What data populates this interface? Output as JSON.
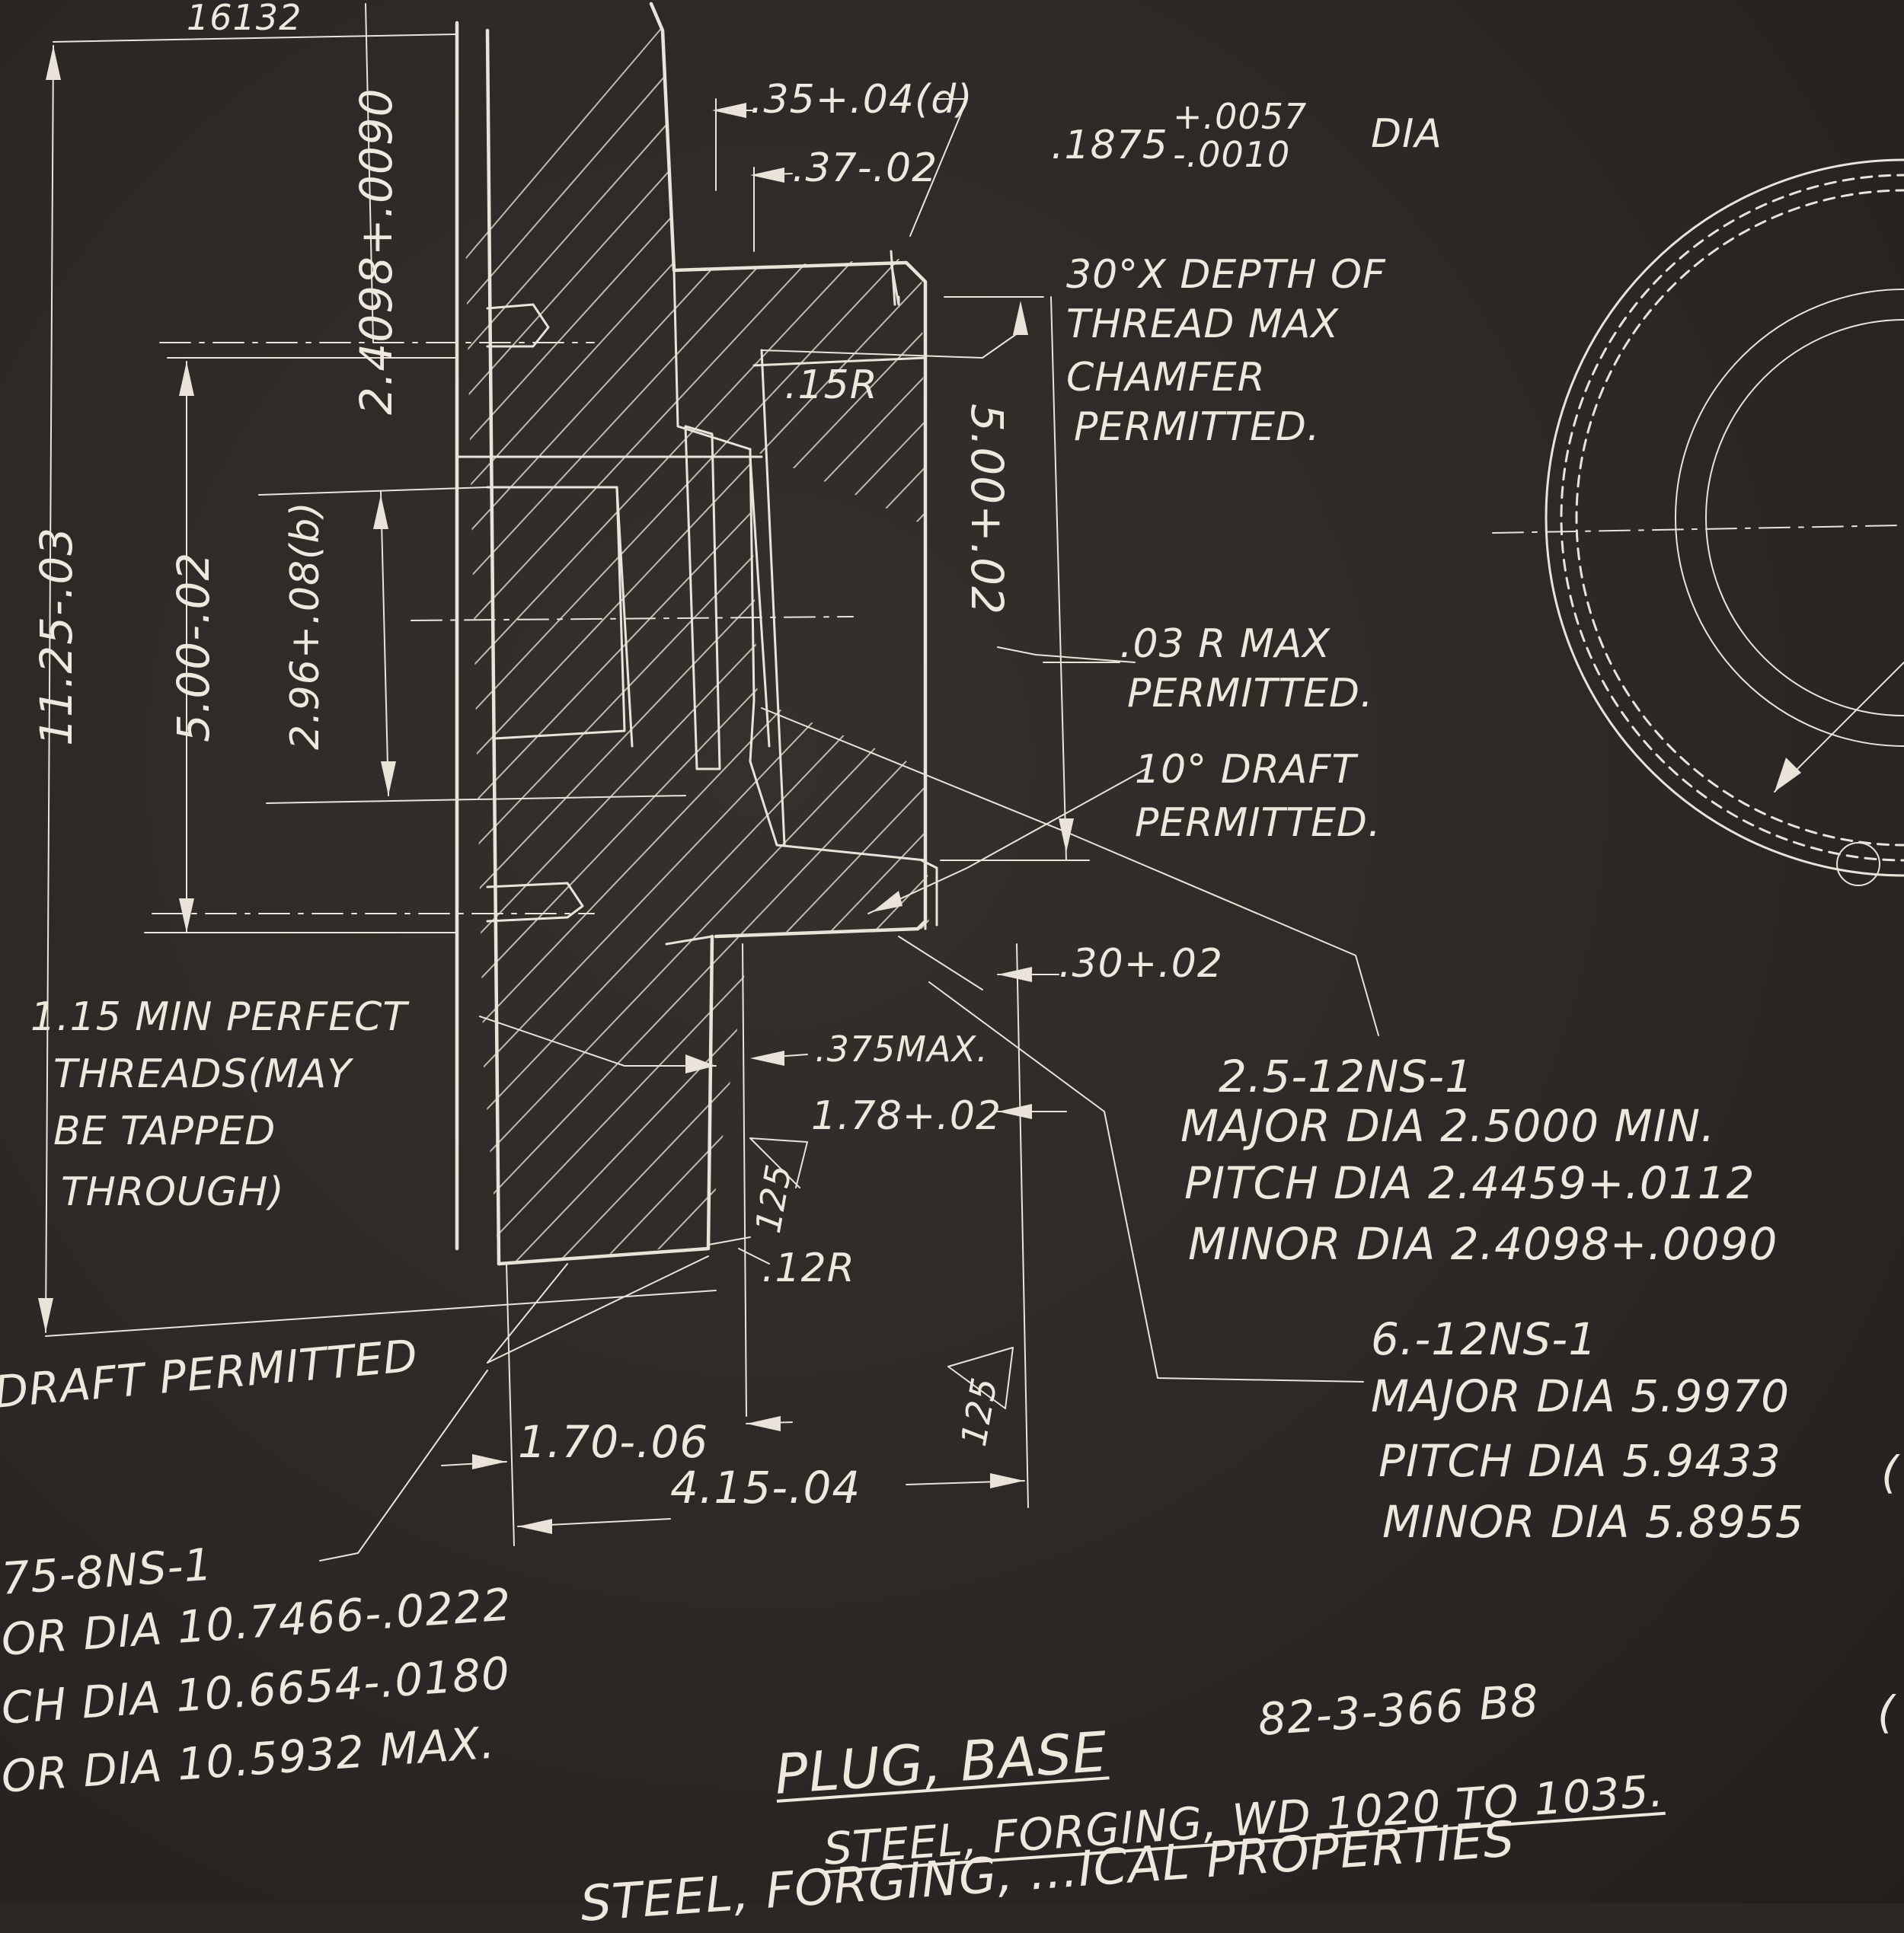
{
  "drawing": {
    "dims": {
      "top_frac": "16132",
      "d_035": ".35+.04(d)",
      "d_037": ".37-.02",
      "d_1875_base": ".1875",
      "d_1875_plus": "+.0057",
      "d_1875_minus": "-.0010",
      "d_1875_dia": "DIA",
      "d_24098": "2.4098+.0090",
      "d_1125": "11.25-.03",
      "d_500_left": "5.00-.02",
      "d_296": "2.96+.08(b)",
      "d_500_right": "5.00+.02",
      "d_15r": ".15R",
      "d_030": ".30+.02",
      "d_375": ".375MAX.",
      "d_178": "1.78+.02",
      "d_125a": "125",
      "d_125b": "125",
      "d_12r": ".12R",
      "d_170": "1.70-.06",
      "d_415": "4.15-.04"
    },
    "notes": {
      "chamfer": [
        "30°X DEPTH OF",
        "THREAD MAX",
        "CHAMFER",
        "PERMITTED."
      ],
      "radius": [
        ".03 R MAX",
        "PERMITTED."
      ],
      "draft": [
        "10° DRAFT",
        "PERMITTED."
      ],
      "threads": [
        "1.15 MIN PERFECT",
        "THREADS(MAY",
        "BE TAPPED",
        "THROUGH)"
      ],
      "draft_left": "DRAFT PERMITTED"
    },
    "thread_25": {
      "spec": "2.5-12NS-1",
      "major": "MAJOR DIA  2.5000 MIN.",
      "pitch": "PITCH  DIA  2.4459+.0112",
      "minor": "MINOR DIA  2.4098+.0090"
    },
    "thread_6": {
      "spec": "6.-12NS-1",
      "major": "MAJOR DIA 5.9970",
      "pitch": "PITCH  DIA 5.9433",
      "minor": "MINOR DIA 5.8955"
    },
    "thread_1075": {
      "spec": "75-8NS-1",
      "major": "OR  DIA  10.7466-.0222",
      "pitch": "CH  DIA  10.6654-.0180",
      "minor": "OR  DIA  10.5932 MAX."
    },
    "title": {
      "part": "PLUG, BASE",
      "number": "82-3-366 B8",
      "material": "STEEL, FORGING, WD 1020 TO 1035.",
      "props": "STEEL, FORGING,  ...ICAL  PROPERTIES"
    },
    "edge_marks": [
      "(",
      "("
    ]
  }
}
